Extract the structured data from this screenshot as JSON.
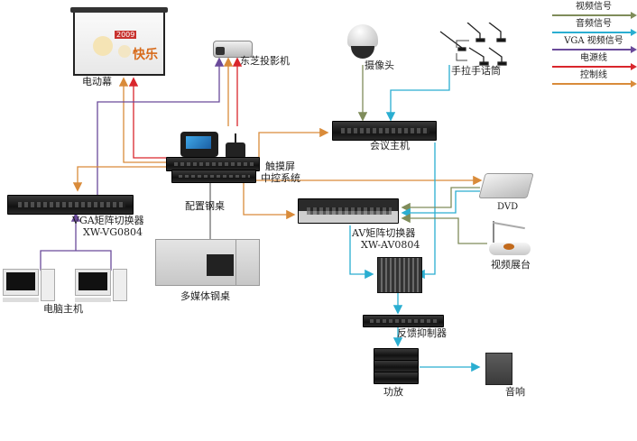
{
  "legend": {
    "items": [
      {
        "label": "视频信号",
        "color": "#7f8c5a"
      },
      {
        "label": "音频信号",
        "color": "#2aaed1"
      },
      {
        "label": "VGA 视频信号",
        "color": "#6a4a9a"
      },
      {
        "label": "电源线",
        "color": "#d9262c"
      },
      {
        "label": "控制线",
        "color": "#d98b3a"
      }
    ]
  },
  "screen": {
    "label": "电动幕",
    "slide_year": "2009",
    "slide_text": "快乐"
  },
  "projector": {
    "label": "东芝投影机"
  },
  "camera": {
    "label": "摄像头"
  },
  "microphones": {
    "label": "手拉手话筒"
  },
  "conference_host": {
    "label": "会议主机"
  },
  "touch_control": {
    "label_line1": "触摸屏",
    "label_line2": "中控系统"
  },
  "equipment_rack": {
    "label": "配置钢桌"
  },
  "vga_matrix": {
    "label_line1": "VGA矩阵切换器",
    "label_line2": "XW-VG0804"
  },
  "av_matrix": {
    "label_line1": "AV矩阵切换器",
    "label_line2": "XW-AV0804"
  },
  "dvd": {
    "label": "DVD"
  },
  "visualizer": {
    "label": "视频展台"
  },
  "computers": {
    "label": "电脑主机"
  },
  "multimedia_desk": {
    "label": "多媒体钢桌"
  },
  "mixer": {
    "label": ""
  },
  "feedback_suppressor": {
    "label": "反馈抑制器"
  },
  "amplifier": {
    "label": "功放"
  },
  "speaker": {
    "label": "音响"
  }
}
